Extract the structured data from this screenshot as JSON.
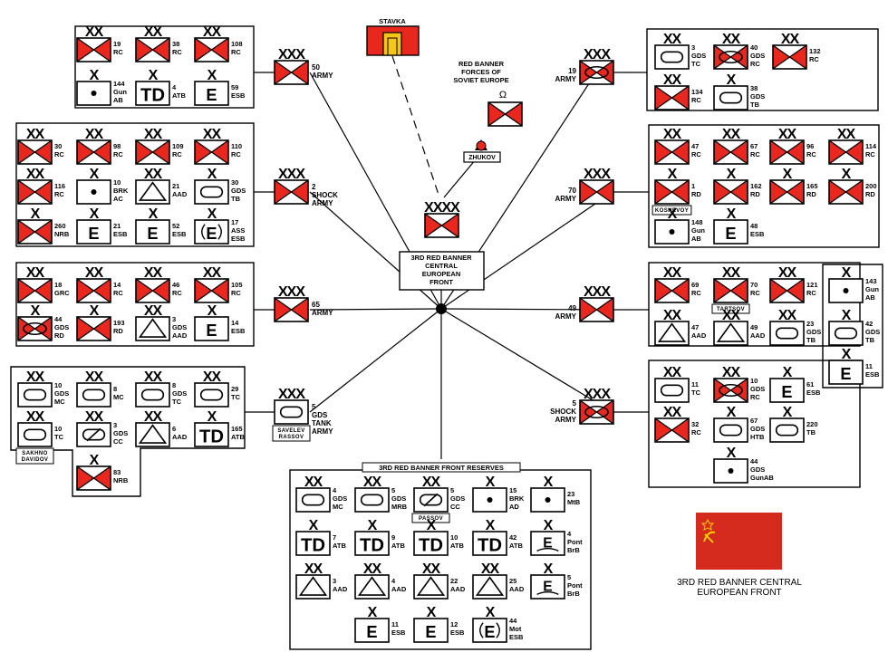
{
  "stavka": "STAVKA",
  "forces_label": [
    "RED BANNER",
    "FORCES OF",
    "SOVIET EUROPE"
  ],
  "zhukov": "ZHUKOV",
  "front_hq": {
    "echelon": "XXXX",
    "label": [
      "3RD RED BANNER",
      "CENTRAL",
      "EUROPEAN",
      "FRONT"
    ]
  },
  "caption": [
    "3RD RED BANNER CENTRAL",
    "EUROPEAN FRONT"
  ],
  "reserves_title": "3RD RED BANNER FRONT RESERVES",
  "armies": [
    {
      "echelon": "XXX",
      "type": "inf",
      "label": [
        "50",
        "ARMY"
      ]
    },
    {
      "echelon": "XXX",
      "type": "inf",
      "label": [
        "2",
        "SHOCK",
        "ARMY"
      ]
    },
    {
      "echelon": "XXX",
      "type": "inf",
      "label": [
        "65",
        "ARMY"
      ]
    },
    {
      "echelon": "XXX",
      "type": "tank",
      "label": [
        "5",
        "GDS",
        "TANK",
        "ARMY"
      ],
      "tag": [
        "SAVELEV",
        "RASSOV"
      ]
    },
    {
      "echelon": "XXX",
      "type": "mech",
      "label": [
        "19",
        "ARMY"
      ]
    },
    {
      "echelon": "XXX",
      "type": "inf",
      "label": [
        "70",
        "ARMY"
      ]
    },
    {
      "echelon": "XXX",
      "type": "inf",
      "label": [
        "49",
        "ARMY"
      ]
    },
    {
      "echelon": "XXX",
      "type": "mech",
      "label": [
        "5",
        "SHOCK",
        "ARMY"
      ]
    }
  ],
  "units": [
    {
      "e": "XX",
      "t": "inf",
      "l": [
        "19",
        "RC"
      ]
    },
    {
      "e": "XX",
      "t": "inf",
      "l": [
        "38",
        "RC"
      ]
    },
    {
      "e": "XX",
      "t": "inf",
      "l": [
        "108",
        "RC"
      ]
    },
    {
      "e": "X",
      "t": "dot",
      "l": [
        "144",
        "Gun",
        "AB"
      ]
    },
    {
      "e": "X",
      "t": "td",
      "l": [
        "4",
        "ATB"
      ]
    },
    {
      "e": "X",
      "t": "e",
      "l": [
        "59",
        "ESB"
      ]
    },
    {
      "e": "XX",
      "t": "inf",
      "l": [
        "30",
        "RC"
      ]
    },
    {
      "e": "XX",
      "t": "inf",
      "l": [
        "98",
        "RC"
      ]
    },
    {
      "e": "XX",
      "t": "inf",
      "l": [
        "109",
        "RC"
      ]
    },
    {
      "e": "XX",
      "t": "inf",
      "l": [
        "110",
        "RC"
      ]
    },
    {
      "e": "XX",
      "t": "inf",
      "l": [
        "116",
        "RC"
      ]
    },
    {
      "e": "X",
      "t": "dot",
      "l": [
        "10",
        "BRK",
        "AC"
      ]
    },
    {
      "e": "XX",
      "t": "tri",
      "l": [
        "21",
        "AAD"
      ]
    },
    {
      "e": "X",
      "t": "tank",
      "l": [
        "30",
        "GDS",
        "TB"
      ]
    },
    {
      "e": "X",
      "t": "inf",
      "l": [
        "260",
        "NRB"
      ]
    },
    {
      "e": "X",
      "t": "e",
      "l": [
        "21",
        "ESB"
      ]
    },
    {
      "e": "X",
      "t": "e",
      "l": [
        "52",
        "ESB"
      ]
    },
    {
      "e": "X",
      "t": "ea",
      "l": [
        "17",
        "ASS",
        "ESB"
      ]
    },
    {
      "e": "XX",
      "t": "inf",
      "l": [
        "18",
        "GRC"
      ]
    },
    {
      "e": "XX",
      "t": "inf",
      "l": [
        "14",
        "RC"
      ]
    },
    {
      "e": "XX",
      "t": "inf",
      "l": [
        "46",
        "RC"
      ]
    },
    {
      "e": "XX",
      "t": "inf",
      "l": [
        "105",
        "RC"
      ]
    },
    {
      "e": "X",
      "t": "mech",
      "l": [
        "44",
        "GDS",
        "RD"
      ]
    },
    {
      "e": "X",
      "t": "inf",
      "l": [
        "193",
        "RD"
      ]
    },
    {
      "e": "XX",
      "t": "tri",
      "l": [
        "3",
        "GDS",
        "AAD"
      ]
    },
    {
      "e": "X",
      "t": "e",
      "l": [
        "14",
        "ESB"
      ]
    },
    {
      "e": "XX",
      "t": "tank",
      "l": [
        "10",
        "GDS",
        "MC"
      ]
    },
    {
      "e": "XX",
      "t": "tank",
      "l": [
        "8",
        "MC"
      ]
    },
    {
      "e": "XX",
      "t": "tank",
      "l": [
        "8",
        "GDS",
        "TC"
      ]
    },
    {
      "e": "XX",
      "t": "tank",
      "l": [
        "29",
        "TC"
      ]
    },
    {
      "e": "XX",
      "t": "tank",
      "l": [
        "10",
        "TC"
      ],
      "tag": [
        "SAKHNO",
        "DAVIDOV"
      ]
    },
    {
      "e": "XX",
      "t": "cav",
      "l": [
        "3",
        "GDS",
        "CC"
      ]
    },
    {
      "e": "XX",
      "t": "tri",
      "l": [
        "6",
        "AAD"
      ]
    },
    {
      "e": "X",
      "t": "td",
      "l": [
        "165",
        "ATB"
      ]
    },
    {
      "e": "X",
      "t": "inf",
      "l": [
        "83",
        "NRB"
      ]
    },
    {
      "e": "XX",
      "t": "tank",
      "l": [
        "3",
        "GDS",
        "TC"
      ]
    },
    {
      "e": "XX",
      "t": "mech",
      "l": [
        "40",
        "GDS",
        "RC"
      ]
    },
    {
      "e": "XX",
      "t": "inf",
      "l": [
        "132",
        "RC"
      ]
    },
    {
      "e": "XX",
      "t": "inf",
      "l": [
        "134",
        "RC"
      ]
    },
    {
      "e": "X",
      "t": "tank",
      "l": [
        "38",
        "GDS",
        "TB"
      ]
    },
    {
      "e": "XX",
      "t": "inf",
      "l": [
        "47",
        "RC"
      ]
    },
    {
      "e": "XX",
      "t": "inf",
      "l": [
        "67",
        "RC"
      ]
    },
    {
      "e": "XX",
      "t": "inf",
      "l": [
        "96",
        "RC"
      ]
    },
    {
      "e": "XX",
      "t": "inf",
      "l": [
        "114",
        "RC"
      ]
    },
    {
      "e": "X",
      "t": "inf",
      "l": [
        "1",
        "RD"
      ],
      "tag": [
        "KOSHEVOY"
      ]
    },
    {
      "e": "X",
      "t": "inf",
      "l": [
        "162",
        "RD"
      ]
    },
    {
      "e": "X",
      "t": "inf",
      "l": [
        "165",
        "RD"
      ]
    },
    {
      "e": "X",
      "t": "inf",
      "l": [
        "200",
        "RD"
      ]
    },
    {
      "e": "X",
      "t": "dot",
      "l": [
        "148",
        "Gun",
        "AB"
      ]
    },
    {
      "e": "X",
      "t": "e",
      "l": [
        "48",
        "ESB"
      ]
    },
    {
      "e": "XX",
      "t": "inf",
      "l": [
        "69",
        "RC"
      ]
    },
    {
      "e": "XX",
      "t": "inf",
      "l": [
        "70",
        "RC"
      ],
      "tag": [
        "TARTSOV"
      ]
    },
    {
      "e": "XX",
      "t": "inf",
      "l": [
        "121",
        "RC"
      ]
    },
    {
      "e": "X",
      "t": "dot",
      "l": [
        "143",
        "Gun",
        "AB"
      ]
    },
    {
      "e": "XX",
      "t": "tri",
      "l": [
        "47",
        "AAD"
      ]
    },
    {
      "e": "XX",
      "t": "tri",
      "l": [
        "49",
        "AAD"
      ]
    },
    {
      "e": "XX",
      "t": "tank",
      "l": [
        "23",
        "GDS",
        "TB"
      ]
    },
    {
      "e": "X",
      "t": "tank",
      "l": [
        "42",
        "GDS",
        "TB"
      ]
    },
    {
      "e": "X",
      "t": "e",
      "l": [
        "11",
        "ESB"
      ]
    },
    {
      "e": "XX",
      "t": "tank",
      "l": [
        "11",
        "TC"
      ]
    },
    {
      "e": "XX",
      "t": "mech",
      "l": [
        "10",
        "GDS",
        "RC"
      ]
    },
    {
      "e": "X",
      "t": "e",
      "l": [
        "61",
        "ESB"
      ]
    },
    {
      "e": "XX",
      "t": "inf",
      "l": [
        "32",
        "RC"
      ]
    },
    {
      "e": "X",
      "t": "tank",
      "l": [
        "67",
        "GDS",
        "HTB"
      ]
    },
    {
      "e": "X",
      "t": "tank",
      "l": [
        "220",
        "TB"
      ]
    },
    {
      "e": "X",
      "t": "dot",
      "l": [
        "44",
        "GDS",
        "GunAB"
      ]
    },
    {
      "e": "XX",
      "t": "tank",
      "l": [
        "4",
        "GDS",
        "MC"
      ]
    },
    {
      "e": "XX",
      "t": "tank",
      "l": [
        "5",
        "GDS",
        "MRB"
      ]
    },
    {
      "e": "XX",
      "t": "cav",
      "l": [
        "5",
        "GDS",
        "CC"
      ],
      "tag": [
        "PASSOV"
      ]
    },
    {
      "e": "X",
      "t": "dot",
      "l": [
        "15",
        "BRK",
        "AD"
      ]
    },
    {
      "e": "X",
      "t": "dot",
      "l": [
        "23",
        "MtB"
      ]
    },
    {
      "e": "X",
      "t": "td",
      "l": [
        "7",
        "ATB"
      ]
    },
    {
      "e": "X",
      "t": "td",
      "l": [
        "9",
        "ATB"
      ]
    },
    {
      "e": "X",
      "t": "td",
      "l": [
        "10",
        "ATB"
      ]
    },
    {
      "e": "X",
      "t": "td",
      "l": [
        "42",
        "ATB"
      ]
    },
    {
      "e": "X",
      "t": "pont",
      "l": [
        "4",
        "Pont",
        "BrB"
      ]
    },
    {
      "e": "XX",
      "t": "tri",
      "l": [
        "3",
        "AAD"
      ]
    },
    {
      "e": "XX",
      "t": "tri",
      "l": [
        "4",
        "AAD"
      ]
    },
    {
      "e": "XX",
      "t": "tri",
      "l": [
        "22",
        "AAD"
      ]
    },
    {
      "e": "XX",
      "t": "tri",
      "l": [
        "25",
        "AAD"
      ]
    },
    {
      "e": "X",
      "t": "pont",
      "l": [
        "5",
        "Pont",
        "BrB"
      ]
    },
    {
      "e": "X",
      "t": "e",
      "l": [
        "11",
        "ESB"
      ]
    },
    {
      "e": "X",
      "t": "e",
      "l": [
        "12",
        "ESB"
      ]
    },
    {
      "e": "X",
      "t": "ea",
      "l": [
        "44",
        "Mot",
        "ESB"
      ]
    }
  ],
  "colors": {
    "red": "#e8271e",
    "black": "#000000",
    "white": "#ffffff",
    "flag": "#d52b1e",
    "emblem": "#ffd700"
  }
}
